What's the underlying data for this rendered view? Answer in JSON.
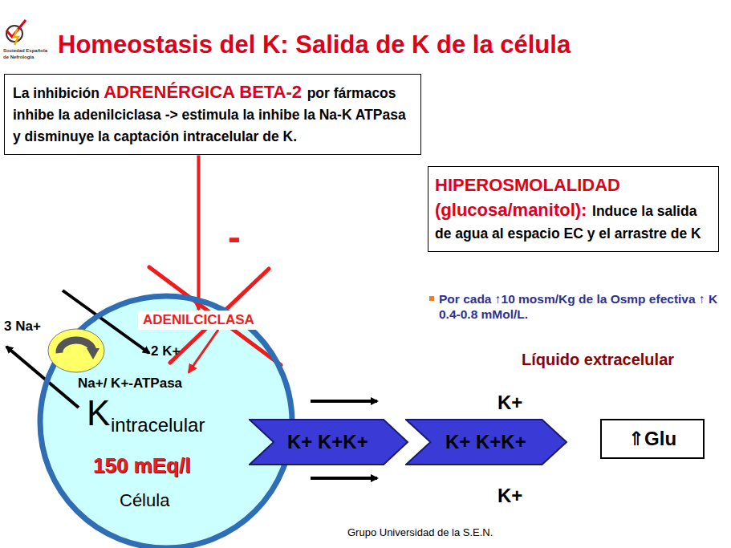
{
  "diagram": {
    "title": "Homeostasis del K: Salida de K de la célula",
    "nodes": [
      {
        "text": [
          "La inhibición",
          "ADRENÉRGICA BETA-2",
          "por fármacos inhibe la adenilciclasa -> estimula la inhibe la Na-K ATPasa y disminuye la captación intracelular de K."
        ]
      },
      {
        "text": [
          "HIPEROSMOLALIDAD (glucosa/manitol):",
          "Induce la salida de agua al espacio EC y el arrastre de K"
        ]
      },
      {
        "text": [
          "K",
          "intracelular",
          "150 mEq/l",
          "Célula"
        ]
      },
      {
        "text": [
          "ADENILCICLASA"
        ],
        "in": 2
      },
      {
        "text": [
          "Na+/ K+-ATPasa"
        ],
        "in": 2
      },
      {
        "text": [
          "K+ K+K+"
        ]
      },
      {
        "text": [
          "K+ K+K+"
        ]
      },
      {
        "text": [
          "⇑Glu"
        ]
      }
    ],
    "edges": [
      {
        "from": 0,
        "to": 3,
        "arrow": "to"
      },
      {
        "from": 3,
        "to": 4,
        "arrow": "to"
      }
    ],
    "labels": [
      "Sociedad Española de Nefrología",
      "-",
      "Por cada ↑10 mosm/Kg de la Osmp efectiva ↑ K 0.4-0.8 mMol/L.",
      "3 Na+",
      "2 K+",
      "Líquido extracelular",
      "K+",
      "K+",
      "Grupo Universidad de la S.E.N."
    ]
  }
}
